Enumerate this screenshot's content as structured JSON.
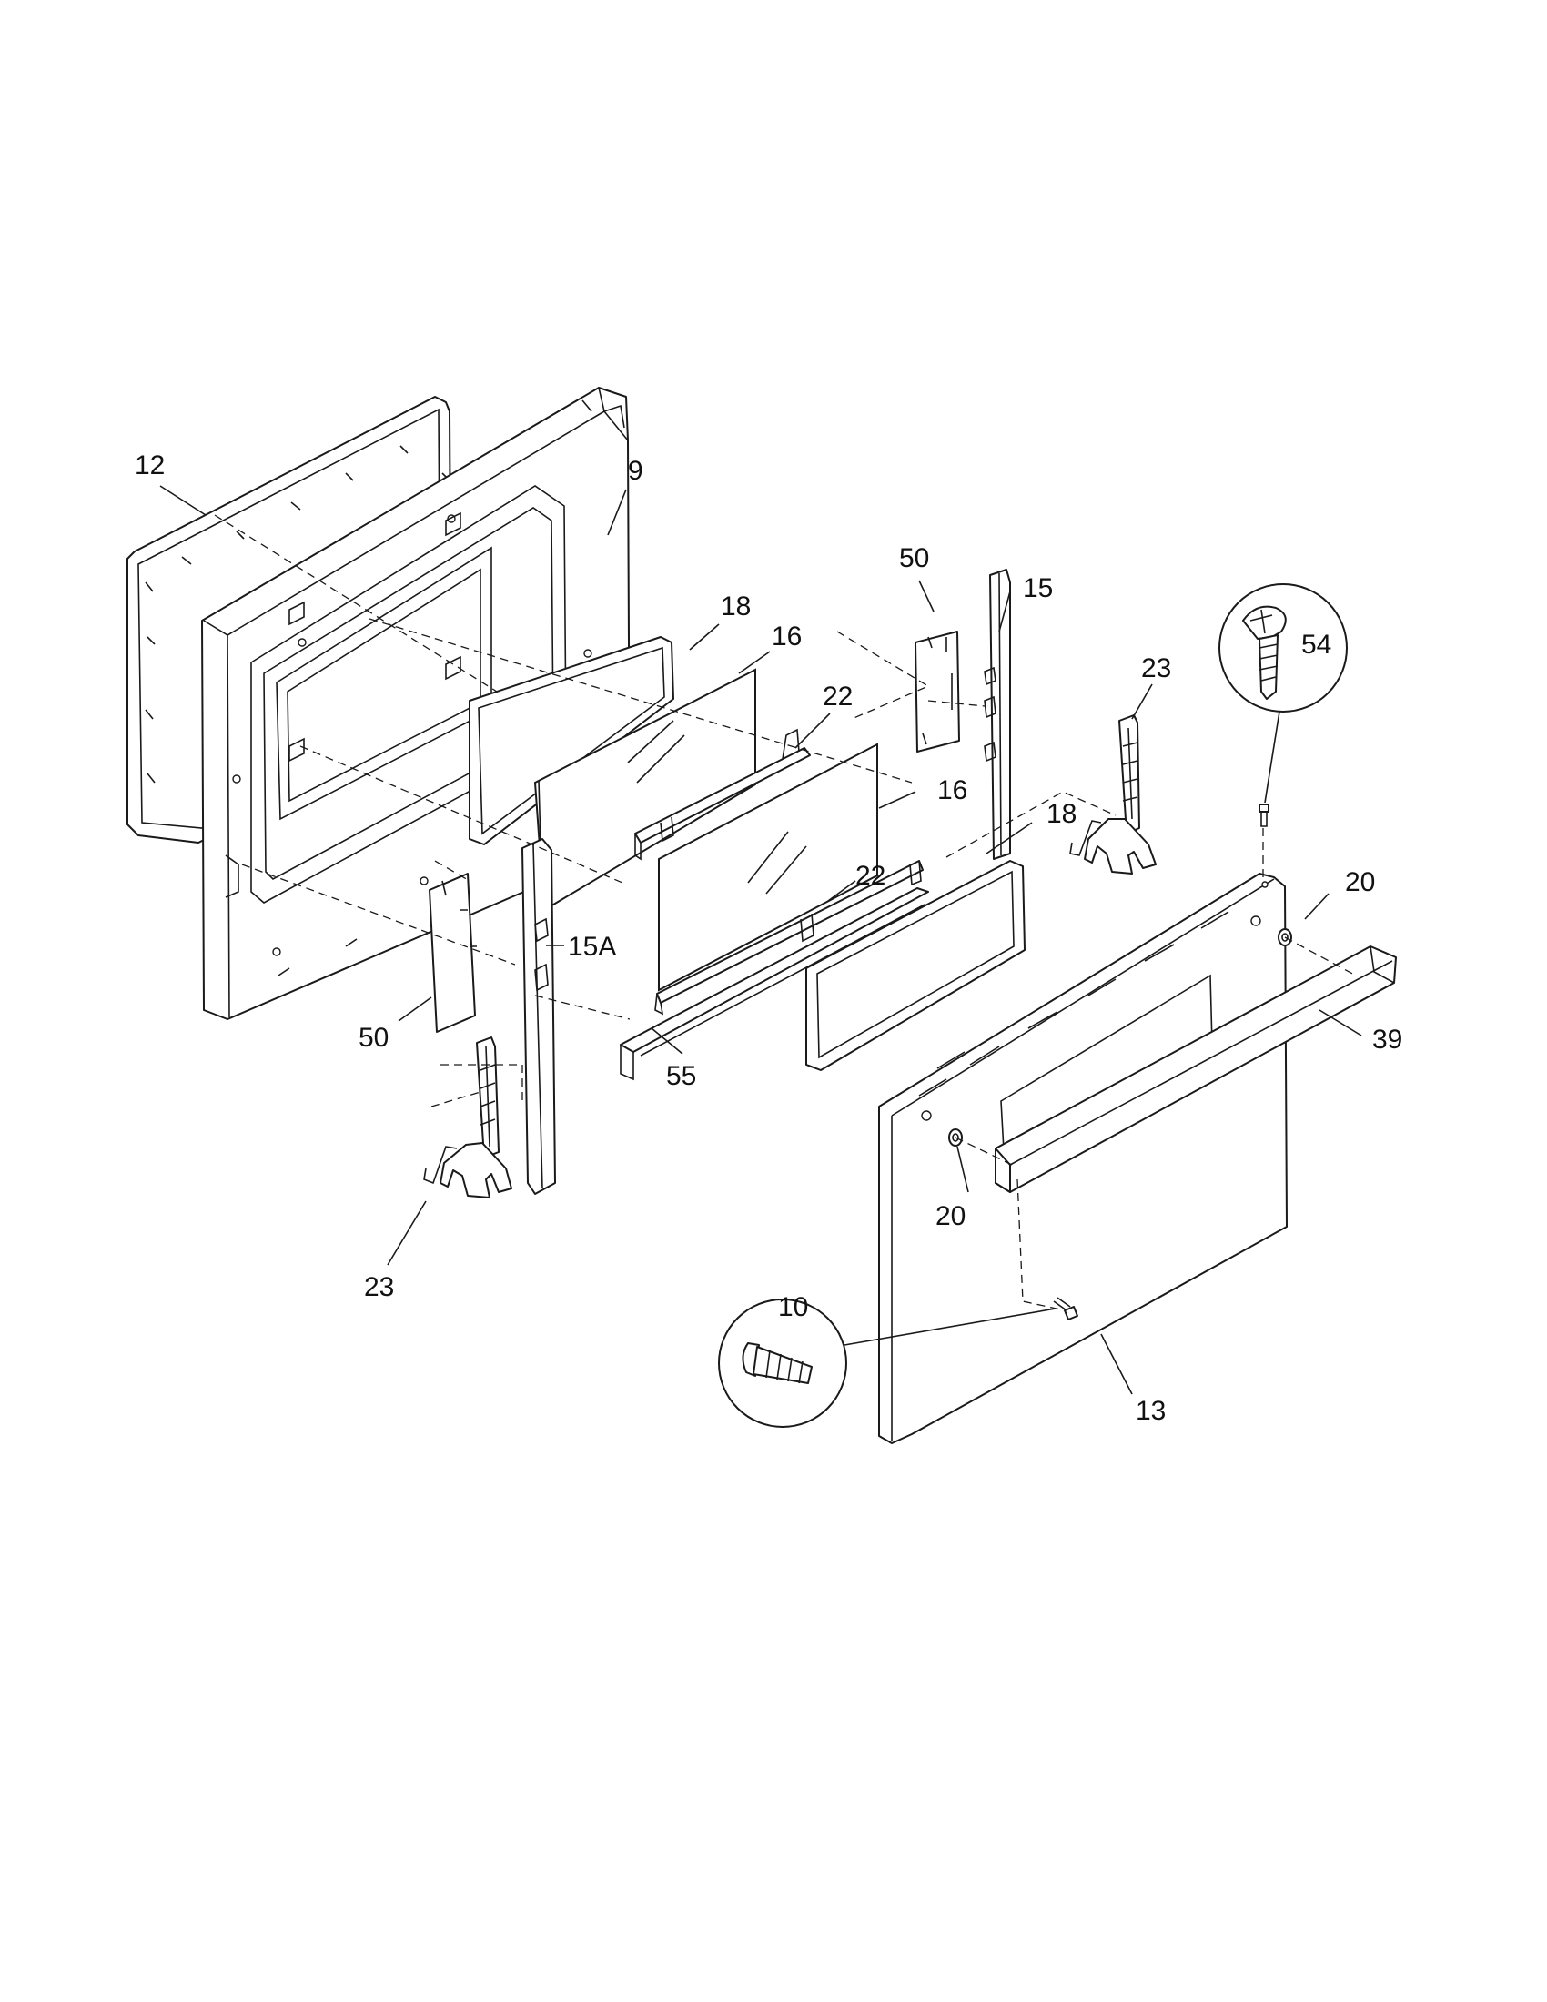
{
  "callouts": {
    "c12": "12",
    "c9": "9",
    "c18_upper": "18",
    "c16_upper": "16",
    "c22_upper": "22",
    "c50_upper": "50",
    "c15": "15",
    "c23_right": "23",
    "c54": "54",
    "c16_lower": "16",
    "c18_lower": "18",
    "c22_lower": "22",
    "c20_right": "20",
    "c15a": "15A",
    "c50_lower": "50",
    "c55": "55",
    "c39": "39",
    "c20_lower": "20",
    "c23_left": "23",
    "c10": "10",
    "c13": "13"
  }
}
